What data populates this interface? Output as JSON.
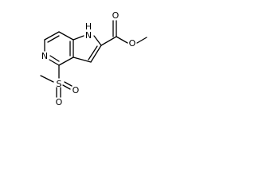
{
  "structure": {
    "atoms": {
      "ring_nh": "H",
      "ring_n_pyrrole": "N",
      "ring_n_pyridine": "N",
      "ester_o_double": "O",
      "ester_o_single": "O",
      "sulfonyl_s": "S",
      "sulfonyl_o_1": "O",
      "sulfonyl_o_2": "O"
    }
  }
}
